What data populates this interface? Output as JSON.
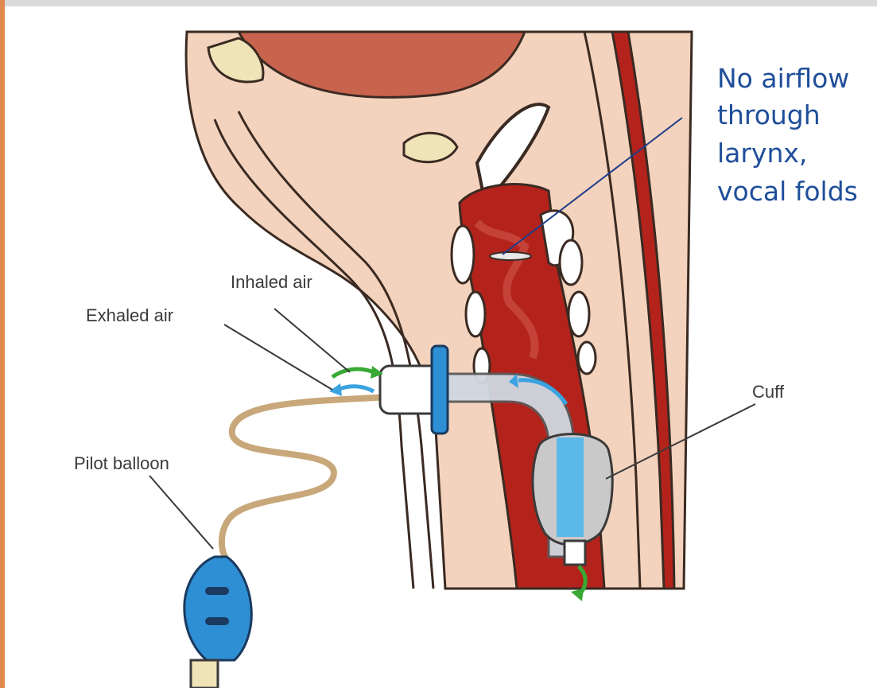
{
  "labels": {
    "inhaled_air": "Inhaled air",
    "exhaled_air": "Exhaled air",
    "pilot_balloon": "Pilot balloon",
    "cuff": "Cuff"
  },
  "callout": {
    "line1": "No airflow",
    "line2": "through",
    "line3": "larynx,",
    "line4": "vocal folds"
  },
  "colors": {
    "tissue": "#f3d3bd",
    "muscle": "#c8634e",
    "trachea": "#b3231c",
    "tube": "#d0d8e0",
    "cuff_fill": "#5bb8e8",
    "pilot_balloon": "#2f8fd4",
    "inhale_arrow": "#39a935",
    "exhale_arrow": "#3aa3e0",
    "callout_text": "#1f4e9a"
  }
}
